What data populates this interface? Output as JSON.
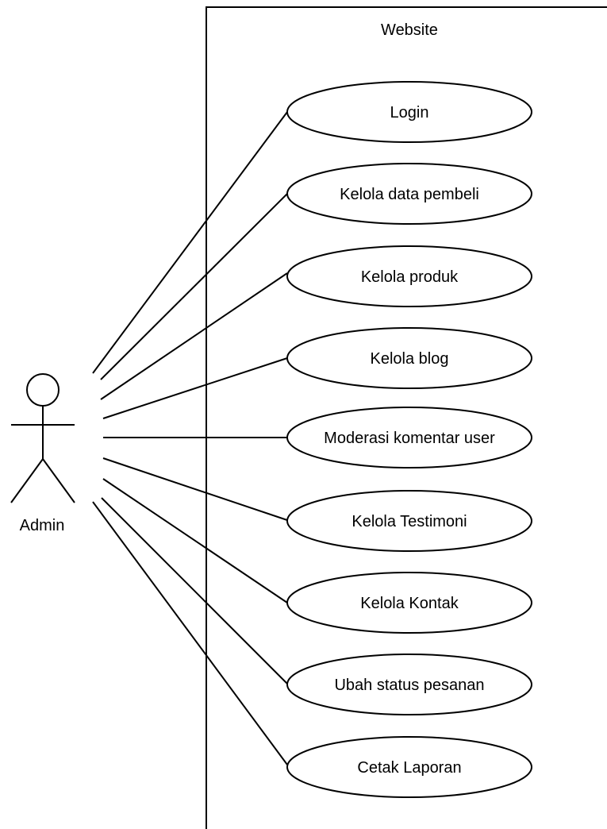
{
  "diagram": {
    "system_boundary": {
      "title": "Website"
    },
    "actor": {
      "label": "Admin"
    },
    "use_cases": [
      {
        "label": "Login"
      },
      {
        "label": "Kelola data pembeli"
      },
      {
        "label": "Kelola produk"
      },
      {
        "label": "Kelola blog"
      },
      {
        "label": "Moderasi komentar user"
      },
      {
        "label": "Kelola Testimoni"
      },
      {
        "label": "Kelola Kontak"
      },
      {
        "label": "Ubah status pesanan"
      },
      {
        "label": "Cetak Laporan"
      }
    ],
    "associations": [
      {
        "from": "Admin",
        "to": "Login"
      },
      {
        "from": "Admin",
        "to": "Kelola data pembeli"
      },
      {
        "from": "Admin",
        "to": "Kelola produk"
      },
      {
        "from": "Admin",
        "to": "Kelola blog"
      },
      {
        "from": "Admin",
        "to": "Moderasi komentar user"
      },
      {
        "from": "Admin",
        "to": "Kelola Testimoni"
      },
      {
        "from": "Admin",
        "to": "Kelola Kontak"
      },
      {
        "from": "Admin",
        "to": "Ubah status pesanan"
      },
      {
        "from": "Admin",
        "to": "Cetak Laporan"
      }
    ]
  }
}
